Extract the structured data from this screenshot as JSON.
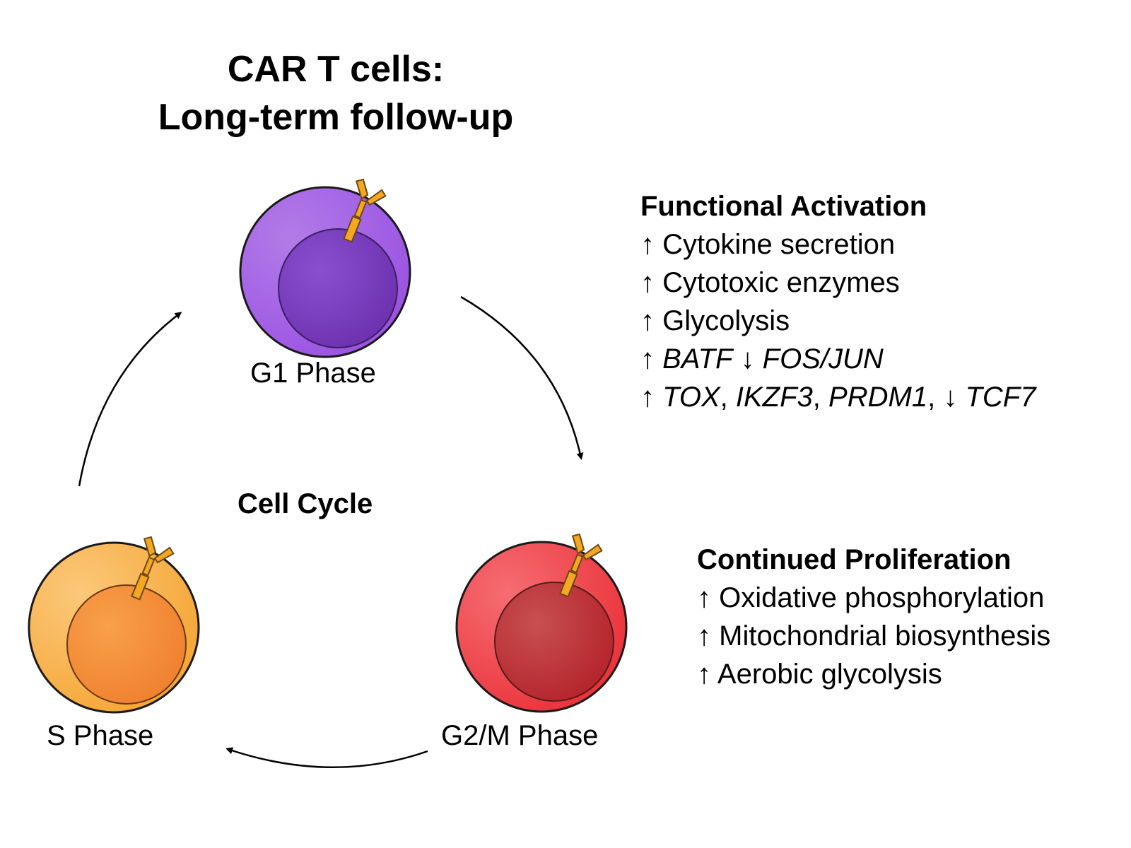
{
  "title": {
    "line1": "CAR T cells:",
    "line2": "Long-term follow-up"
  },
  "cycle": {
    "center_label": "Cell Cycle",
    "phases": {
      "g1": {
        "label": "G1 Phase",
        "color": "#9b59e0",
        "nucleus_color": "#6a2fb0"
      },
      "g2m": {
        "label": "G2/M Phase",
        "color": "#ec3a3f",
        "nucleus_color": "#b72229"
      },
      "s": {
        "label": "S Phase",
        "color": "#f7a93a",
        "nucleus_color": "#f0882e"
      }
    },
    "receptor_color": "#f5a623"
  },
  "functional_activation": {
    "heading": "Functional Activation",
    "items": {
      "i1": {
        "arrow": "↑",
        "text": "Cytokine secretion"
      },
      "i2": {
        "arrow": "↑",
        "text": "Cytotoxic enzymes"
      },
      "i3": {
        "arrow": "↑",
        "text": "Glycolysis"
      },
      "i4": {
        "arrow1": "↑",
        "gene1": "BATF",
        "arrow2": "↓",
        "gene2": "FOS/JUN"
      },
      "i5": {
        "arrow1": "↑",
        "gene1": "TOX",
        "sep1": ",",
        "gene2": "IKZF3",
        "sep2": ",",
        "gene3": "PRDM1",
        "sep3": ",",
        "arrow2": "↓",
        "gene4": "TCF7"
      }
    }
  },
  "continued_proliferation": {
    "heading": "Continued Proliferation",
    "items": {
      "i1": {
        "arrow": "↑",
        "text": "Oxidative phosphorylation"
      },
      "i2": {
        "arrow": "↑",
        "text": "Mitochondrial biosynthesis"
      },
      "i3": {
        "arrow": "↑",
        "text": "Aerobic glycolysis"
      }
    }
  }
}
